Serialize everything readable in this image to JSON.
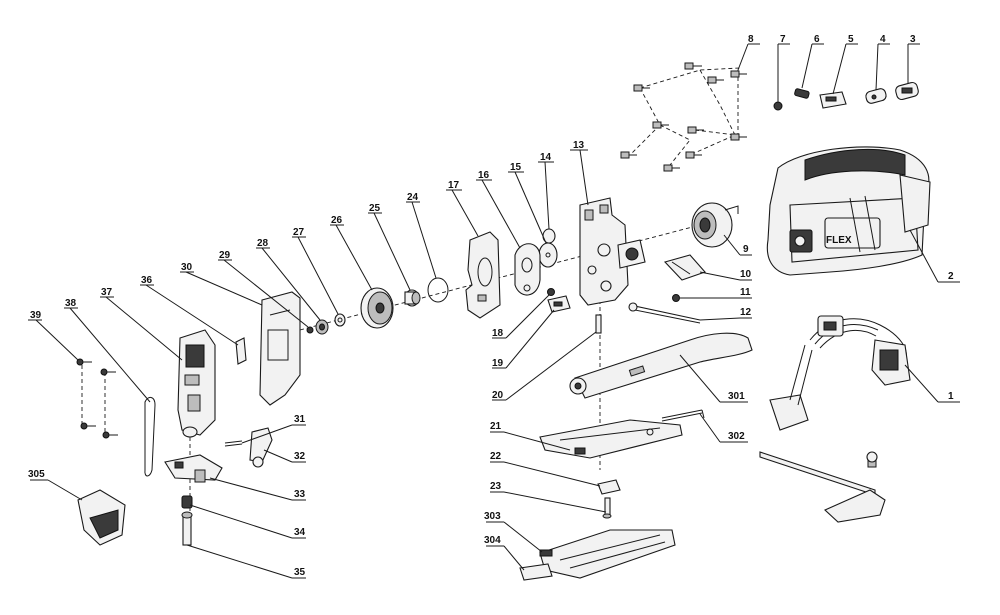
{
  "callouts": [
    {
      "id": "c1",
      "text": "1"
    },
    {
      "id": "c2",
      "text": "2"
    },
    {
      "id": "c3",
      "text": "3"
    },
    {
      "id": "c4",
      "text": "4"
    },
    {
      "id": "c5",
      "text": "5"
    },
    {
      "id": "c6",
      "text": "6"
    },
    {
      "id": "c7",
      "text": "7"
    },
    {
      "id": "c8",
      "text": "8"
    },
    {
      "id": "c9",
      "text": "9"
    },
    {
      "id": "c10",
      "text": "10"
    },
    {
      "id": "c11",
      "text": "11"
    },
    {
      "id": "c12",
      "text": "12"
    },
    {
      "id": "c13",
      "text": "13"
    },
    {
      "id": "c14",
      "text": "14"
    },
    {
      "id": "c15",
      "text": "15"
    },
    {
      "id": "c16",
      "text": "16"
    },
    {
      "id": "c17",
      "text": "17"
    },
    {
      "id": "c18",
      "text": "18"
    },
    {
      "id": "c19",
      "text": "19"
    },
    {
      "id": "c20",
      "text": "20"
    },
    {
      "id": "c21",
      "text": "21"
    },
    {
      "id": "c22",
      "text": "22"
    },
    {
      "id": "c23",
      "text": "23"
    },
    {
      "id": "c24",
      "text": "24"
    },
    {
      "id": "c25",
      "text": "25"
    },
    {
      "id": "c26",
      "text": "26"
    },
    {
      "id": "c27",
      "text": "27"
    },
    {
      "id": "c28",
      "text": "28"
    },
    {
      "id": "c29",
      "text": "29"
    },
    {
      "id": "c30",
      "text": "30"
    },
    {
      "id": "c31",
      "text": "31"
    },
    {
      "id": "c32",
      "text": "32"
    },
    {
      "id": "c33",
      "text": "33"
    },
    {
      "id": "c34",
      "text": "34"
    },
    {
      "id": "c35",
      "text": "35"
    },
    {
      "id": "c36",
      "text": "36"
    },
    {
      "id": "c37",
      "text": "37"
    },
    {
      "id": "c38",
      "text": "38"
    },
    {
      "id": "c39",
      "text": "39"
    },
    {
      "id": "c301",
      "text": "301"
    },
    {
      "id": "c302",
      "text": "302"
    },
    {
      "id": "c303",
      "text": "303"
    },
    {
      "id": "c304",
      "text": "304"
    },
    {
      "id": "c305",
      "text": "305"
    }
  ],
  "brand_text": "FLEX",
  "colors": {
    "line": "#1a1a1a",
    "background": "#ffffff",
    "shade": "#3a3a3a"
  }
}
